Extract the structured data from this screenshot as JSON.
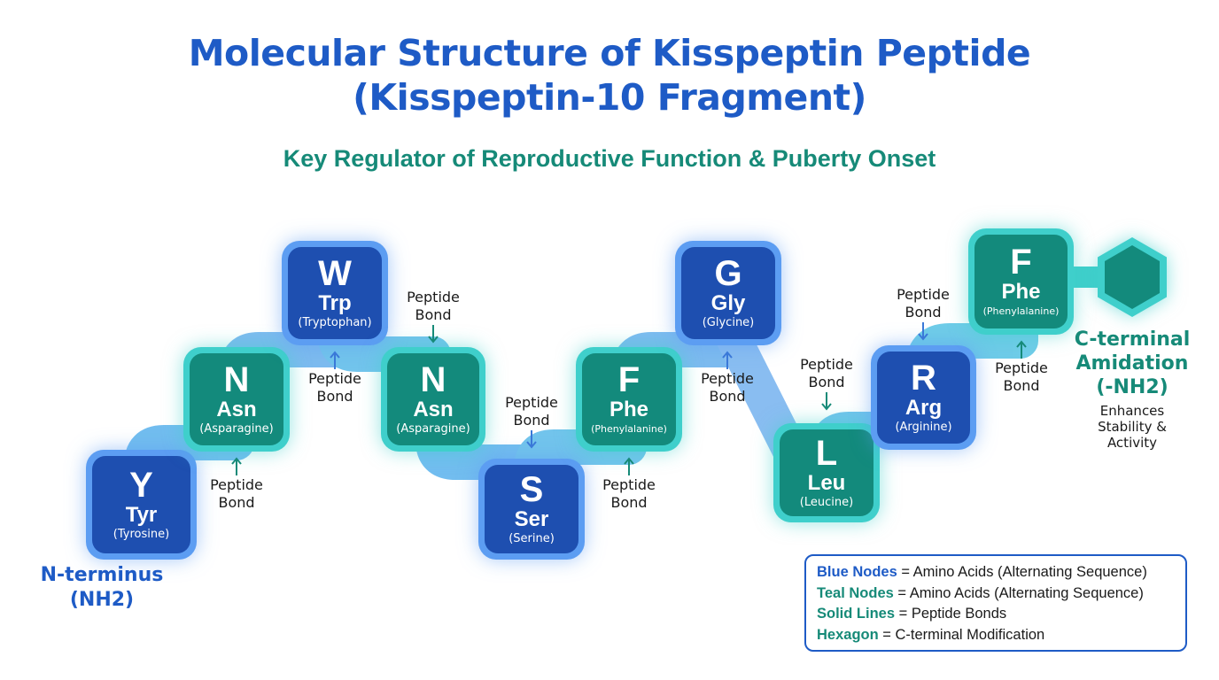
{
  "header": {
    "title_line1": "Molecular Structure of Kisspeptin Peptide",
    "title_line2": "(Kisspeptin-10 Fragment)",
    "subtitle": "Key Regulator of Reproductive Function & Puberty Onset"
  },
  "colors": {
    "title": "#1E5BC6",
    "subtitle": "#168A78",
    "blue_node": "#1E4FB0",
    "blue_border": "#5C9DF2",
    "teal_node": "#138A7C",
    "teal_border": "#3FCFCB"
  },
  "sequence": [
    {
      "code": "Y",
      "abbr": "Tyr",
      "name": "(Tyrosine)",
      "color": "blue"
    },
    {
      "code": "N",
      "abbr": "Asn",
      "name": "(Asparagine)",
      "color": "teal"
    },
    {
      "code": "W",
      "abbr": "Trp",
      "name": "(Tryptophan)",
      "color": "blue"
    },
    {
      "code": "N",
      "abbr": "Asn",
      "name": "(Asparagine)",
      "color": "teal"
    },
    {
      "code": "S",
      "abbr": "Ser",
      "name": "(Serine)",
      "color": "blue"
    },
    {
      "code": "F",
      "abbr": "Phe",
      "name": "(Phenylalanine)",
      "color": "teal"
    },
    {
      "code": "G",
      "abbr": "Gly",
      "name": "(Glycine)",
      "color": "blue"
    },
    {
      "code": "L",
      "abbr": "Leu",
      "name": "(Leucine)",
      "color": "teal"
    },
    {
      "code": "R",
      "abbr": "Arg",
      "name": "(Arginine)",
      "color": "blue"
    },
    {
      "code": "F",
      "abbr": "Phe",
      "name": "(Phenylalanine)",
      "color": "teal"
    }
  ],
  "bond_label_line1": "Peptide",
  "bond_label_line2": "Bond",
  "n_terminus": {
    "line1": "N-terminus",
    "line2": "(NH2)"
  },
  "c_terminus": {
    "line1": "C-terminal",
    "line2": "Amidation",
    "line3": "(-NH2)",
    "desc1": "Enhances",
    "desc2": "Stability &",
    "desc3": "Activity"
  },
  "legend": [
    {
      "key": "Blue Nodes",
      "text": " = Amino Acids (Alternating Sequence)",
      "color": "#1E5BC6"
    },
    {
      "key": "Teal Nodes",
      "text": " = Amino Acids (Alternating Sequence)",
      "color": "#168A78"
    },
    {
      "key": "Solid Lines",
      "text": " = Peptide Bonds",
      "color": "#168A78"
    },
    {
      "key": "Hexagon",
      "text": " = C-terminal Modification",
      "color": "#168A78"
    }
  ]
}
